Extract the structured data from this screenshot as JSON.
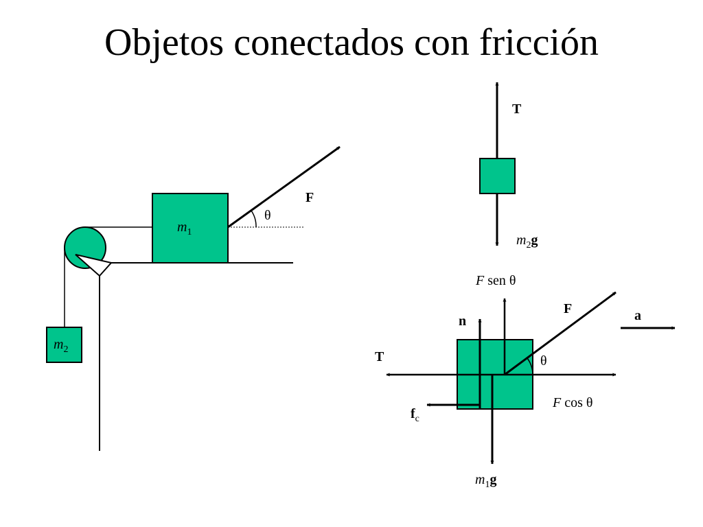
{
  "title": "Objetos conectados con fricción",
  "colors": {
    "block": "#00C48C",
    "stroke": "#000000"
  },
  "left_setup": {
    "m1_label": {
      "sym": "m",
      "sub": "1"
    },
    "m2_label": {
      "sym": "m",
      "sub": "2"
    },
    "force_label": "F",
    "angle_label": "θ"
  },
  "fbd_m2": {
    "tension_label": "T",
    "weight_label": {
      "sym": "m",
      "sub": "2",
      "vec": "g"
    }
  },
  "fbd_m1": {
    "fsen_label": {
      "sym": "F",
      "rest": " sen θ"
    },
    "force_label": "F",
    "accel_label": "a",
    "normal_label": "n",
    "tension_label": "T",
    "angle_label": "θ",
    "fcos_label": {
      "sym": "F",
      "rest": " cos θ"
    },
    "friction_label": {
      "sym": "f",
      "sub": "c"
    },
    "weight_label": {
      "sym": "m",
      "sub": "1",
      "vec": "g"
    }
  }
}
